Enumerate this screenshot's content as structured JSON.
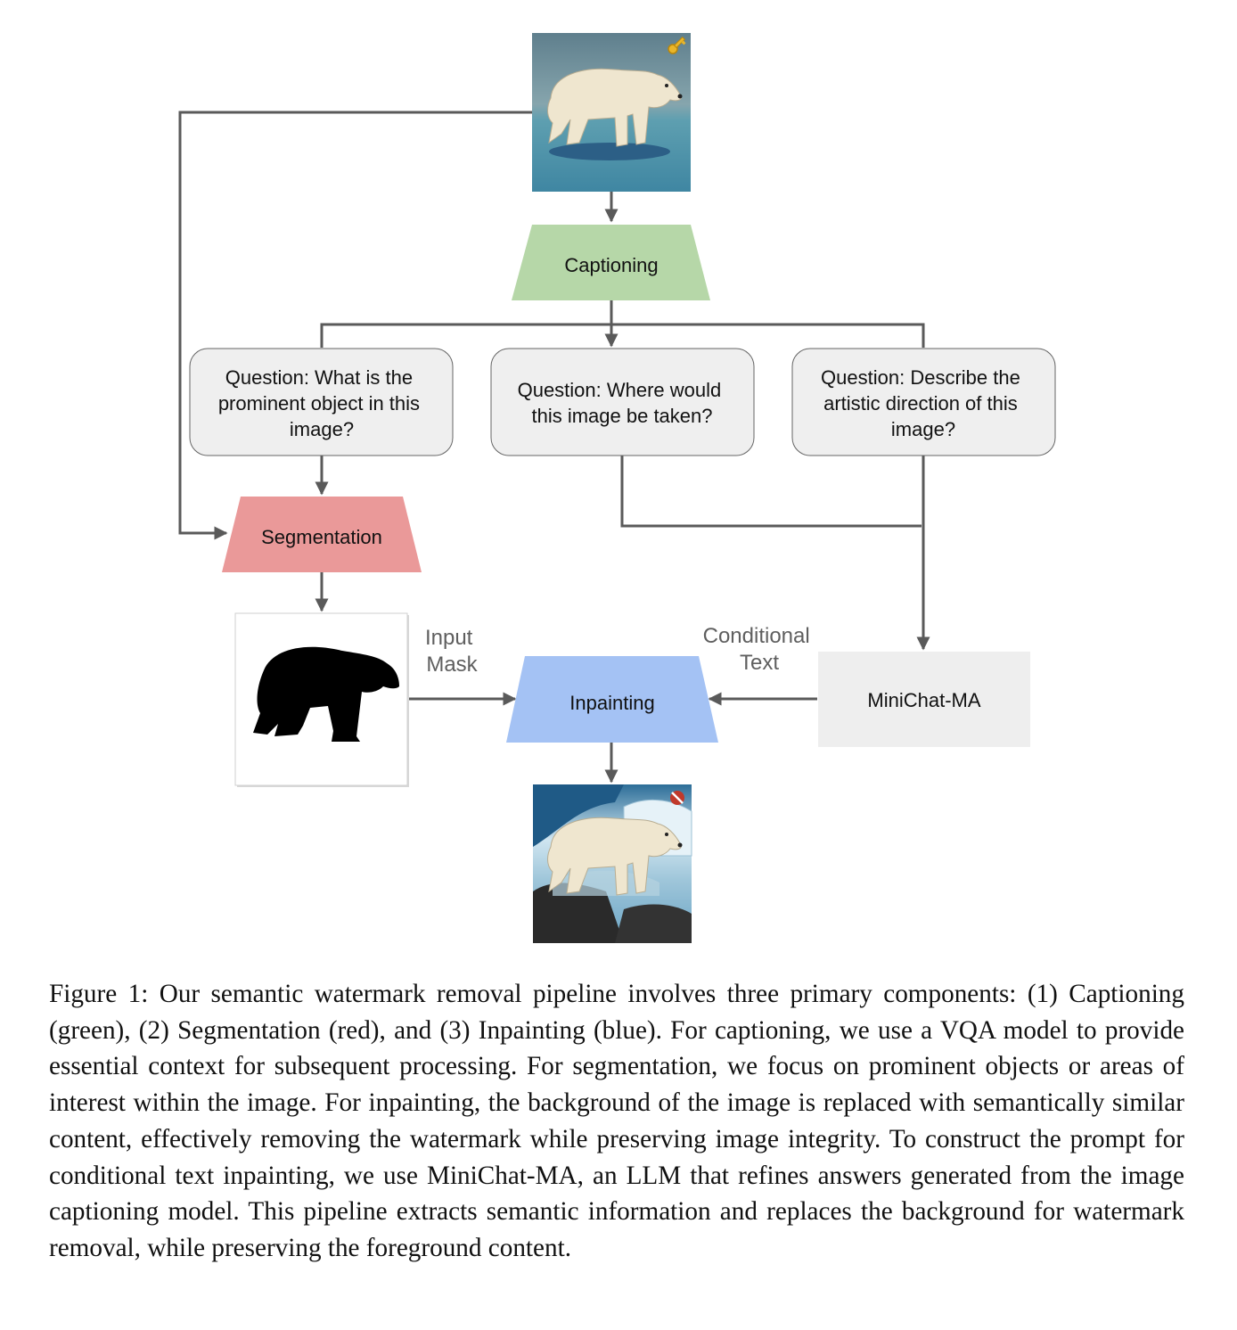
{
  "diagram": {
    "nodes": {
      "captioning": "Captioning",
      "question_1": [
        "Question: What is the",
        "prominent object in this",
        "image?"
      ],
      "question_2": [
        "Question: Where would",
        "this image be taken?"
      ],
      "question_3": [
        "Question: Describe the",
        "artistic direction of this",
        "image?"
      ],
      "segmentation": "Segmentation",
      "inpainting": "Inpainting",
      "minichat": "MiniChat-MA"
    },
    "edge_labels": {
      "input_mask": [
        "Input",
        "Mask"
      ],
      "conditional_text": [
        "Conditional",
        "Text"
      ]
    },
    "images": {
      "input": "watermarked polar bear image with key icon",
      "mask": "black polar bear silhouette mask",
      "output": "inpainted polar bear image with no-watermark icon"
    },
    "icons": [
      "key-icon",
      "no-entry-icon"
    ],
    "colors": {
      "captioning": "#b6d7a8",
      "segmentation": "#ea9999",
      "inpainting": "#a4c2f4",
      "question_box": "#efefef",
      "minichat_box": "#eeeeee",
      "edge": "#5a5a5a"
    }
  },
  "caption": {
    "label": "Figure 1:",
    "body": "Our semantic watermark removal pipeline involves three primary components: (1) Captioning (green), (2) Segmentation (red), and (3) Inpainting (blue). For captioning, we use a VQA model to provide essential context for subsequent processing. For segmentation, we focus on prominent objects or areas of interest within the image. For inpainting, the background of the image is replaced with semantically similar content, effectively removing the watermark while preserving image integrity. To construct the prompt for conditional text inpainting, we use MiniChat-MA, an LLM that refines answers generated from the image captioning model. This pipeline extracts semantic information and replaces the background for watermark removal, while preserving the foreground content."
  }
}
